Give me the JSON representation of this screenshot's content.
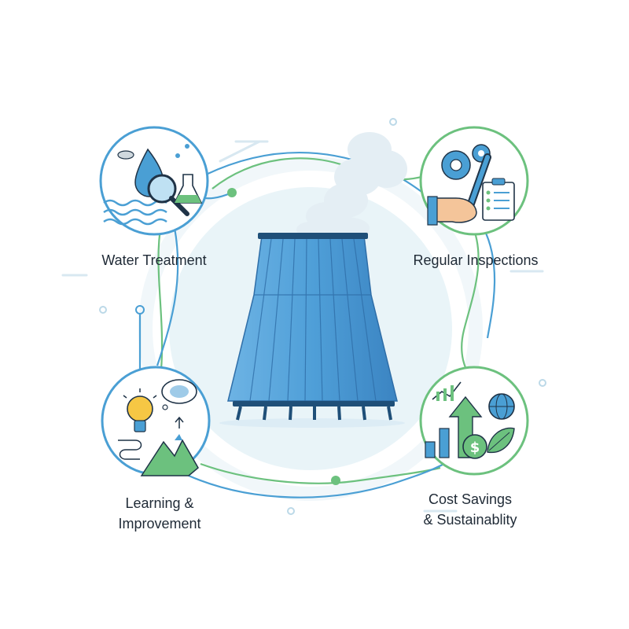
{
  "topics": {
    "water_treatment": {
      "label": "Water Treatment"
    },
    "regular_inspections": {
      "label": "Regular Inspections"
    },
    "learning_improvement": {
      "line1": "Learning &",
      "line2": "Improvement"
    },
    "cost_savings": {
      "line1": "Cost Savings",
      "line2": "& Sustainablity"
    }
  },
  "icons": {
    "center": "cooling-tower-icon",
    "water_treatment": [
      "cloud-icon",
      "water-drop-icon",
      "magnifier-icon",
      "flask-icon",
      "waves-icon"
    ],
    "regular_inspections": [
      "gear-icon",
      "wrench-icon",
      "hand-icon",
      "clipboard-icon"
    ],
    "learning_improvement": [
      "lightbulb-icon",
      "brain-thought-bubble-icon",
      "mountain-icon",
      "path-arrow-icon"
    ],
    "cost_savings": [
      "bar-chart-icon",
      "growth-arrow-icon",
      "dollar-coin-icon",
      "globe-icon",
      "leaf-icon"
    ]
  },
  "colors": {
    "blue": "#4a9fd4",
    "blue_dark": "#1f4f78",
    "green": "#6cc17e",
    "tower_light": "#7fc0ea",
    "tower_dark": "#3d86c4",
    "halo": "#e8f3f8",
    "steam": "#e3edf3"
  }
}
